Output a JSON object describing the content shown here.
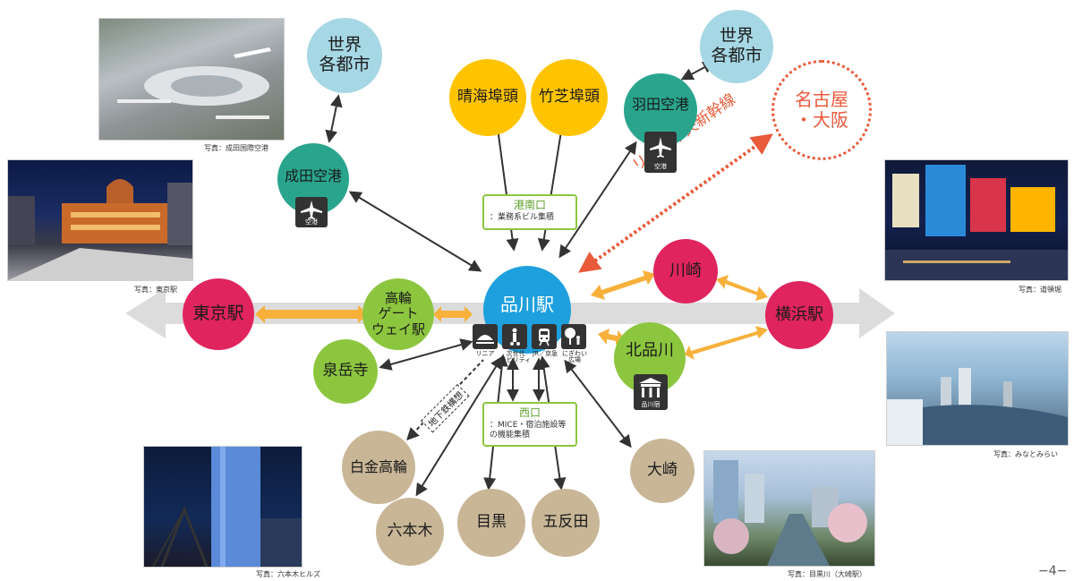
{
  "station": "品川駅",
  "nodes": {
    "tokyo": "東京駅",
    "takanawa": "高輪\nゲート\nウェイ駅",
    "sengakuji": "泉岳寺",
    "narita": "成田空港",
    "haneda": "羽田空港",
    "world1": "世界\n各都市",
    "world2": "世界\n各都市",
    "harumi": "晴海埠頭",
    "takeshiba": "竹芝埠頭",
    "nagoya": "名古屋\n・大阪",
    "kawasaki": "川崎",
    "yokohama": "横浜駅",
    "kitashinagawa": "北品川",
    "shirokane": "白金高輪",
    "roppongi": "六本木",
    "meguro": "目黒",
    "gotanda": "五反田",
    "osaki": "大崎"
  },
  "airport_label": "空港",
  "kitashinagawa_icon_label": "品川宿",
  "station_icons": [
    "リニア",
    "次世代\nモビリティ",
    "JR／京急",
    "にぎわい\n広場"
  ],
  "port_exit": {
    "title": "港南口",
    "body": "：業務系ビル集積"
  },
  "west_exit": {
    "title": "西口",
    "body": "：MICE・宿泊施設等\nの機能集積"
  },
  "linear_label": "リニア中央新幹線",
  "subway_label": "地下鉄構想",
  "captions": {
    "narita": "写真：成田国際空港",
    "tokyo": "写真：東京駅",
    "dotonbori": "写真：道頓堀",
    "minatomirai": "写真：みなとみらい",
    "roppongi": "写真：六本木ヒルズ",
    "meguro": "写真：目黒川（大崎駅）"
  },
  "page_number": "−4−",
  "colors": {
    "magenta": "#e0245e",
    "green": "#8cc63f",
    "teal": "#2aa58d",
    "lightblue": "#a6d7e4",
    "yellow": "#ffc400",
    "tan": "#c8b697",
    "blue": "#1ea0de",
    "orange": "#f7b13b",
    "red_dash": "#e85a3a"
  }
}
